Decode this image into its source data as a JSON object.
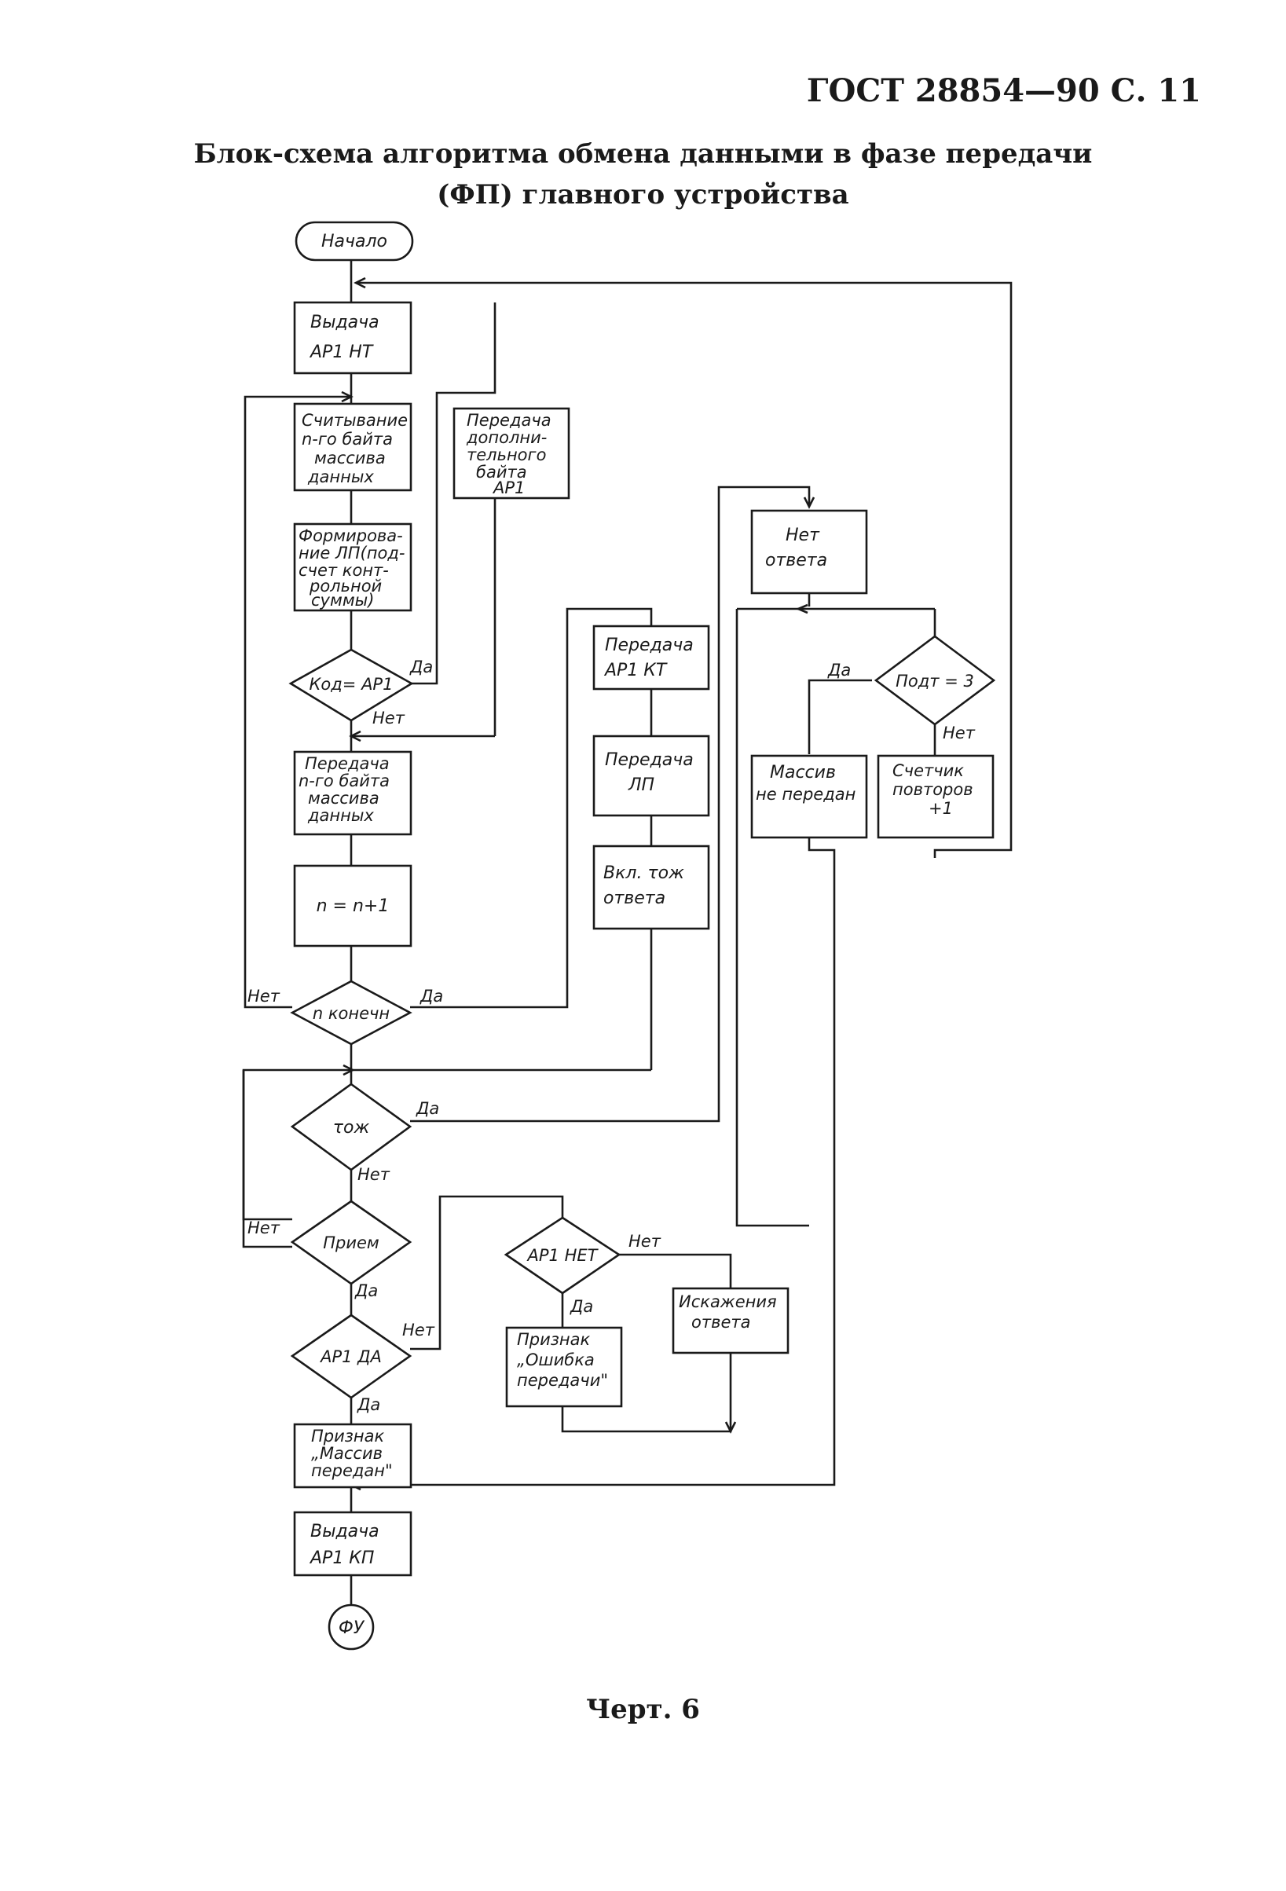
{
  "header": {
    "gost": "ГОСТ 28854—90 С. 11"
  },
  "title": {
    "line1": "Блок-схема алгоритма обмена данными в фазе передачи",
    "line2": "(ФП) главного устройства"
  },
  "caption": "Черт. 6",
  "nodes": {
    "start": "Начало",
    "vydacha_nt": [
      "Выдача",
      "АР1  НТ"
    ],
    "chtenie": [
      "Считывание",
      "n-го байта",
      "массива",
      "данных"
    ],
    "dop_bait": [
      "Передача",
      "дополни-",
      "тельного",
      "байта",
      "АР1"
    ],
    "formirovanie": [
      "Формирова-",
      "ние ЛП(под-",
      "счет конт-",
      "рольной",
      "суммы)"
    ],
    "kod_ar1": "Код= АР1",
    "peredacha_n": [
      "Передача",
      "n-го байта",
      "массива",
      "данных"
    ],
    "n_inc": "n = n+1",
    "n_konechn": "n конечн",
    "tau_cond": "τож",
    "priem": "Прием",
    "ar1_da": "АР1 ДА",
    "massiv_peredan": [
      "Признак",
      "„Массив",
      "передан\""
    ],
    "vydacha_kp": [
      "Выдача",
      "АР1  КП"
    ],
    "fu": "ФУ",
    "peredacha_kt": [
      "Передача",
      "АР1  КТ"
    ],
    "peredacha_lp": [
      "Передача",
      "ЛП"
    ],
    "vkl_tau": [
      "Вкл. τож",
      "ответа"
    ],
    "net_otveta": [
      "Нет",
      "ответа"
    ],
    "podt_3": "Подт = 3",
    "massiv_ne_peredan": [
      "Массив",
      "не передан"
    ],
    "schetchik": [
      "Счетчик",
      "повторов",
      "+1"
    ],
    "ar1_net": "АР1 НЕТ",
    "oshibka": [
      "Признак",
      "„Ошибка",
      "передачи\""
    ],
    "iskazhenie": [
      "Искажения",
      "ответа"
    ]
  },
  "labels": {
    "da": "Да",
    "net": "Нет"
  }
}
